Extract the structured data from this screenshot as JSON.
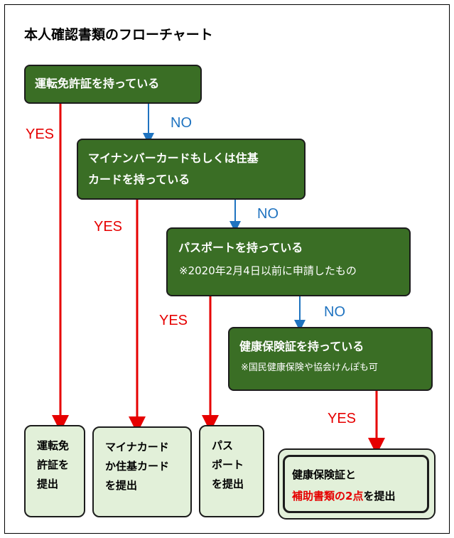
{
  "title": "本人確認書類のフローチャート",
  "questions": {
    "license": {
      "text": "運転免許証を持っている"
    },
    "mynumber": {
      "line1": "マイナンバーカードもしくは住基",
      "line2": "カードを持っている"
    },
    "passport": {
      "text": "パスポートを持っている",
      "note": "※2020年2月4日以前に申請したもの"
    },
    "insurance": {
      "text": "健康保険証を持っている",
      "note": "※国民健康保険や協会けんぽも可"
    }
  },
  "labels": {
    "yes": "YES",
    "no": "NO"
  },
  "results": {
    "license": {
      "line1": "運転免",
      "line2": "許証を",
      "line3": "提出"
    },
    "mynumber": {
      "line1": "マイナカード",
      "line2": "か住基カード",
      "line3": "を提出"
    },
    "passport": {
      "line1": "パス",
      "line2": "ポート",
      "line3": "を提出"
    },
    "insurance": {
      "line1": "健康保険証と",
      "line2_red": "補助書類の2点",
      "line2_rest": "を提出"
    }
  },
  "colors": {
    "question_fill": "#3a6e25",
    "result_fill": "#e2f0d9",
    "yes": "#e60000",
    "no": "#1f73c0"
  }
}
